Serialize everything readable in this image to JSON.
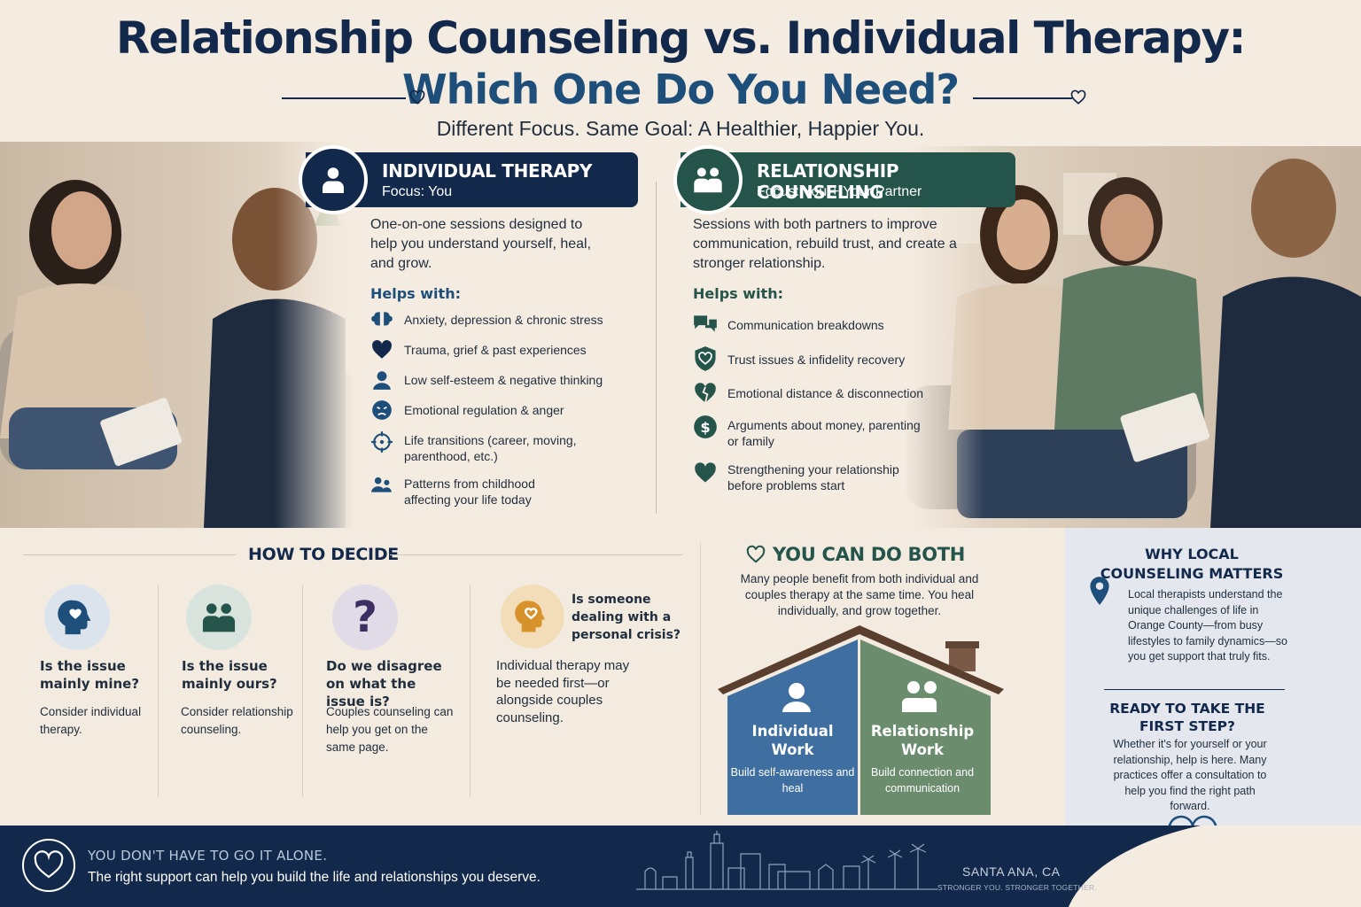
{
  "header": {
    "title_line1": "Relationship Counseling vs. Individual Therapy:",
    "title_line2": "Which One Do You Need?",
    "subtitle": "Different Focus. Same Goal: A Healthier, Happier You."
  },
  "individual": {
    "title": "INDIVIDUAL THERAPY",
    "focus": "Focus: You",
    "description": "One-on-one sessions designed to help you understand yourself, heal, and grow.",
    "helps_title": "Helps with:",
    "items": [
      {
        "icon": "brain-icon",
        "text": "Anxiety, depression & chronic stress"
      },
      {
        "icon": "heart-icon",
        "text": "Trauma, grief & past experiences"
      },
      {
        "icon": "person-icon",
        "text": "Low self-esteem & negative thinking"
      },
      {
        "icon": "angry-face-icon",
        "text": "Emotional regulation & anger"
      },
      {
        "icon": "compass-icon",
        "text": "Life transitions (career, moving, parenthood, etc.)"
      },
      {
        "icon": "family-icon",
        "text": "Patterns from childhood affecting your life today"
      }
    ]
  },
  "relationship": {
    "title": "RELATIONSHIP COUNSELING",
    "focus": "Focus: You + Your Partner",
    "description": "Sessions with both partners to improve communication, rebuild trust, and create a stronger relationship.",
    "helps_title": "Helps with:",
    "items": [
      {
        "icon": "speech-bubbles-icon",
        "text": "Communication breakdowns"
      },
      {
        "icon": "shield-heart-icon",
        "text": "Trust issues & infidelity recovery"
      },
      {
        "icon": "broken-heart-icon",
        "text": "Emotional distance & disconnection"
      },
      {
        "icon": "dollar-icon",
        "text": "Arguments about money, parenting or family"
      },
      {
        "icon": "heart-icon",
        "text": "Strengthening your relationship before problems start"
      }
    ]
  },
  "decide": {
    "title": "HOW TO DECIDE",
    "items": [
      {
        "icon": "head-heart-icon",
        "question": "Is the issue mainly mine?",
        "answer": "Consider individual therapy."
      },
      {
        "icon": "couple-icon",
        "question": "Is the issue mainly ours?",
        "answer": "Consider relationship counseling."
      },
      {
        "icon": "question-mark-icon",
        "question": "Do we disagree on what the issue is?",
        "answer": "Couples counseling can help you get on the same page."
      },
      {
        "icon": "head-heart-icon",
        "question": "Is someone dealing with a personal crisis?",
        "answer": "Individual therapy may be needed first—or alongside couples counseling."
      }
    ]
  },
  "both": {
    "title": "YOU CAN DO BOTH",
    "text": "Many people benefit from both individual and couples therapy at the same time. You heal individually, and grow together.",
    "individual_title": "Individual Work",
    "individual_sub": "Build self-awareness and heal",
    "relationship_title": "Relationship Work",
    "relationship_sub": "Build connection and communication"
  },
  "why": {
    "title": "WHY LOCAL COUNSELING MATTERS",
    "text": "Local therapists understand the unique challenges of life in Orange County—from busy lifestyles to family dynamics—so you get support that truly fits.",
    "ready_title": "READY TO TAKE THE FIRST STEP?",
    "ready_text": "Whether it's for yourself or your relationship, help is here. Many practices offer a consultation to help you find the right path forward."
  },
  "footer": {
    "headline": "YOU DON'T HAVE TO GO IT ALONE.",
    "text": "The right support can help you build the life and relationships you deserve.",
    "location": "SANTA ANA, CA",
    "tagline": "STRONGER YOU. STRONGER TOGETHER."
  },
  "colors": {
    "navy": "#13294b",
    "blue": "#1d4f7a",
    "green": "#24544a",
    "background": "#f5ece1"
  }
}
